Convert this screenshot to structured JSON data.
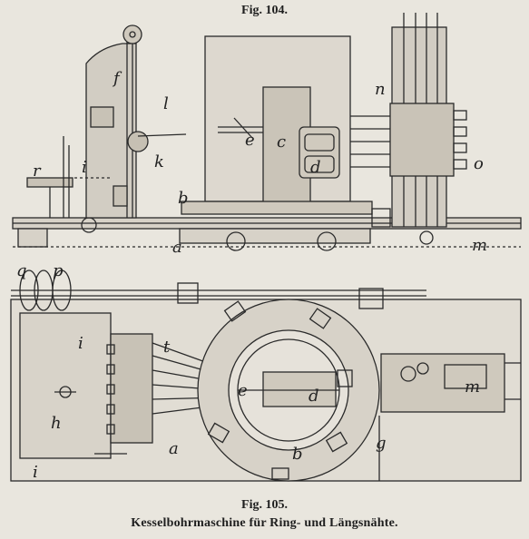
{
  "figures": {
    "top_caption": "Fig. 104.",
    "bottom_caption": "Fig. 105.",
    "title": "Kesselbohrmaschine für Ring- und Längsnähte."
  },
  "labels_fig104": [
    "f",
    "l",
    "n",
    "e",
    "c",
    "d",
    "k",
    "r",
    "i",
    "o",
    "b",
    "a",
    "m"
  ],
  "labels_fig105": [
    "q",
    "p",
    "t",
    "i",
    "e",
    "d",
    "h",
    "m",
    "a",
    "b",
    "g",
    "i"
  ]
}
